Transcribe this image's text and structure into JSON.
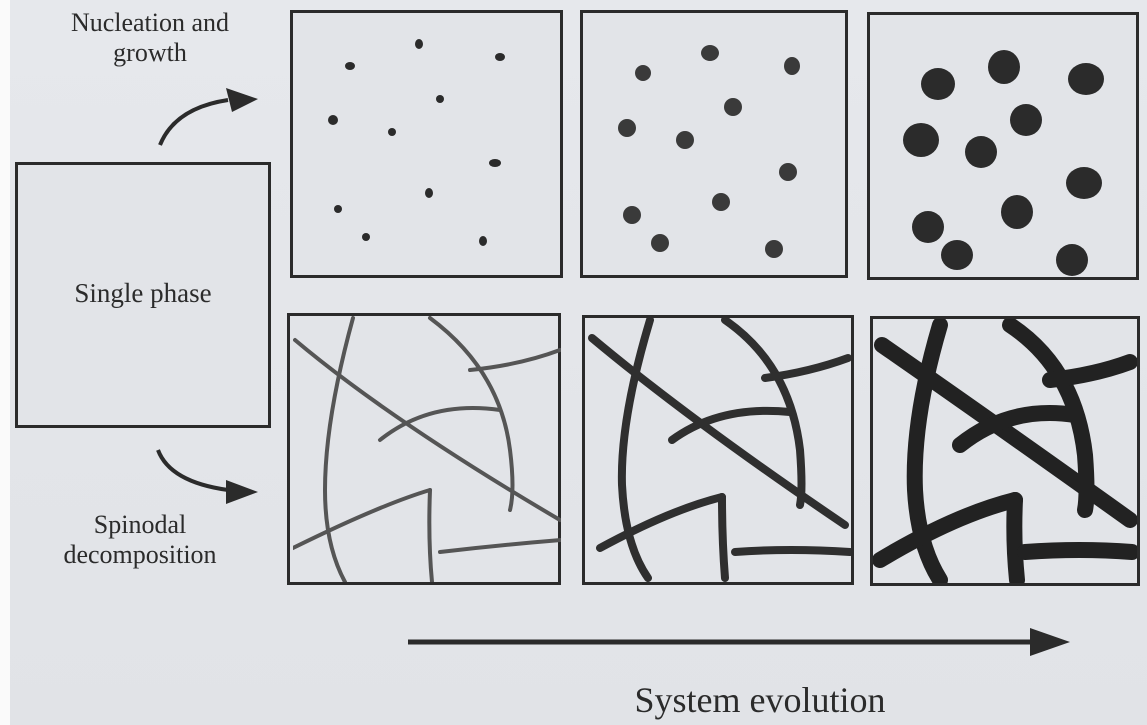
{
  "labels": {
    "nucleation": "Nucleation and growth",
    "single_phase": "Single phase",
    "spinodal": "Spinodal decomposition",
    "evolution": "System evolution"
  },
  "colors": {
    "ink": "#2b2b2b",
    "paper": "#e2e4e8"
  }
}
